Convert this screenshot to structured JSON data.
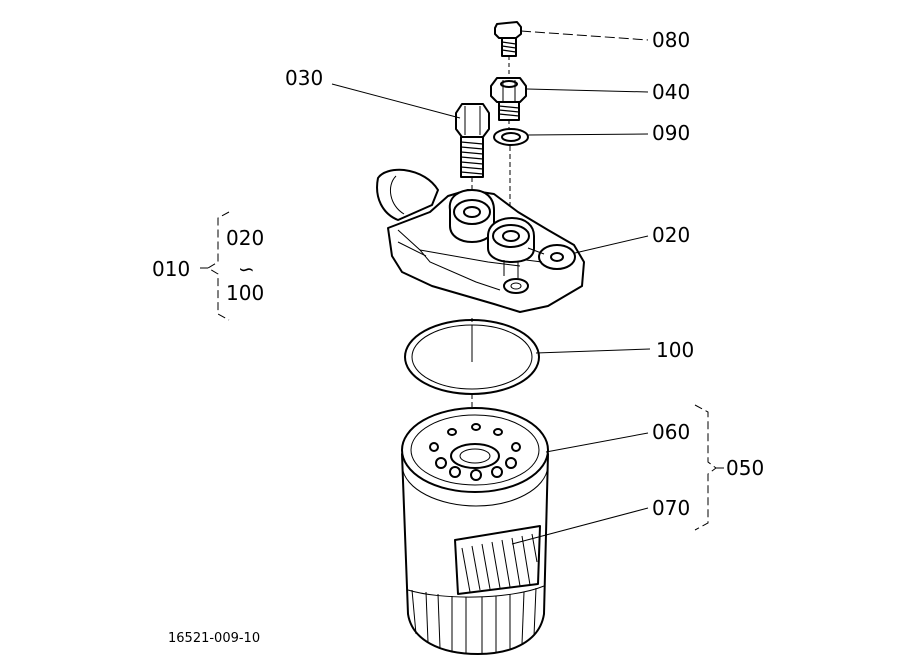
{
  "diagram": {
    "drawing_number": "16521-009-10",
    "part_labels": {
      "p080": "080",
      "p030": "030",
      "p040": "040",
      "p090": "090",
      "p020": "020",
      "p010": "010",
      "p020_range": "020",
      "p_range_sep": "∽",
      "p100_range": "100",
      "p100": "100",
      "p060": "060",
      "p050": "050",
      "p070": "070"
    }
  }
}
